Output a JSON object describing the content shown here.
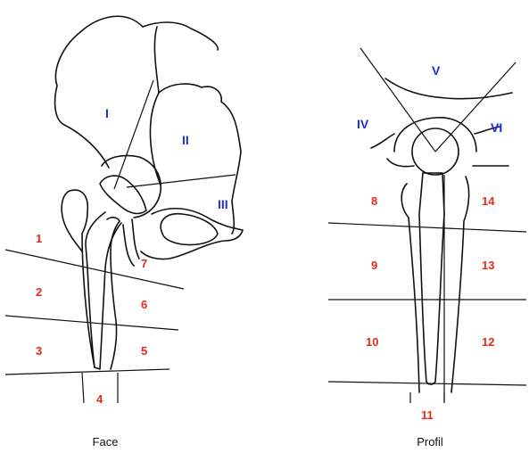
{
  "face": {
    "caption": "Face",
    "acetabular_zones": [
      "I",
      "II",
      "III"
    ],
    "femoral_zones": [
      "1",
      "2",
      "3",
      "4",
      "5",
      "6",
      "7"
    ]
  },
  "profile": {
    "caption": "Profil",
    "acetabular_zones": [
      "IV",
      "V",
      "VI"
    ],
    "femoral_zones": [
      "8",
      "9",
      "10",
      "11",
      "12",
      "13",
      "14"
    ]
  },
  "colors": {
    "acetabular_label": "#1f2fd6",
    "femoral_label": "#e52a1c",
    "line": "#111111"
  }
}
